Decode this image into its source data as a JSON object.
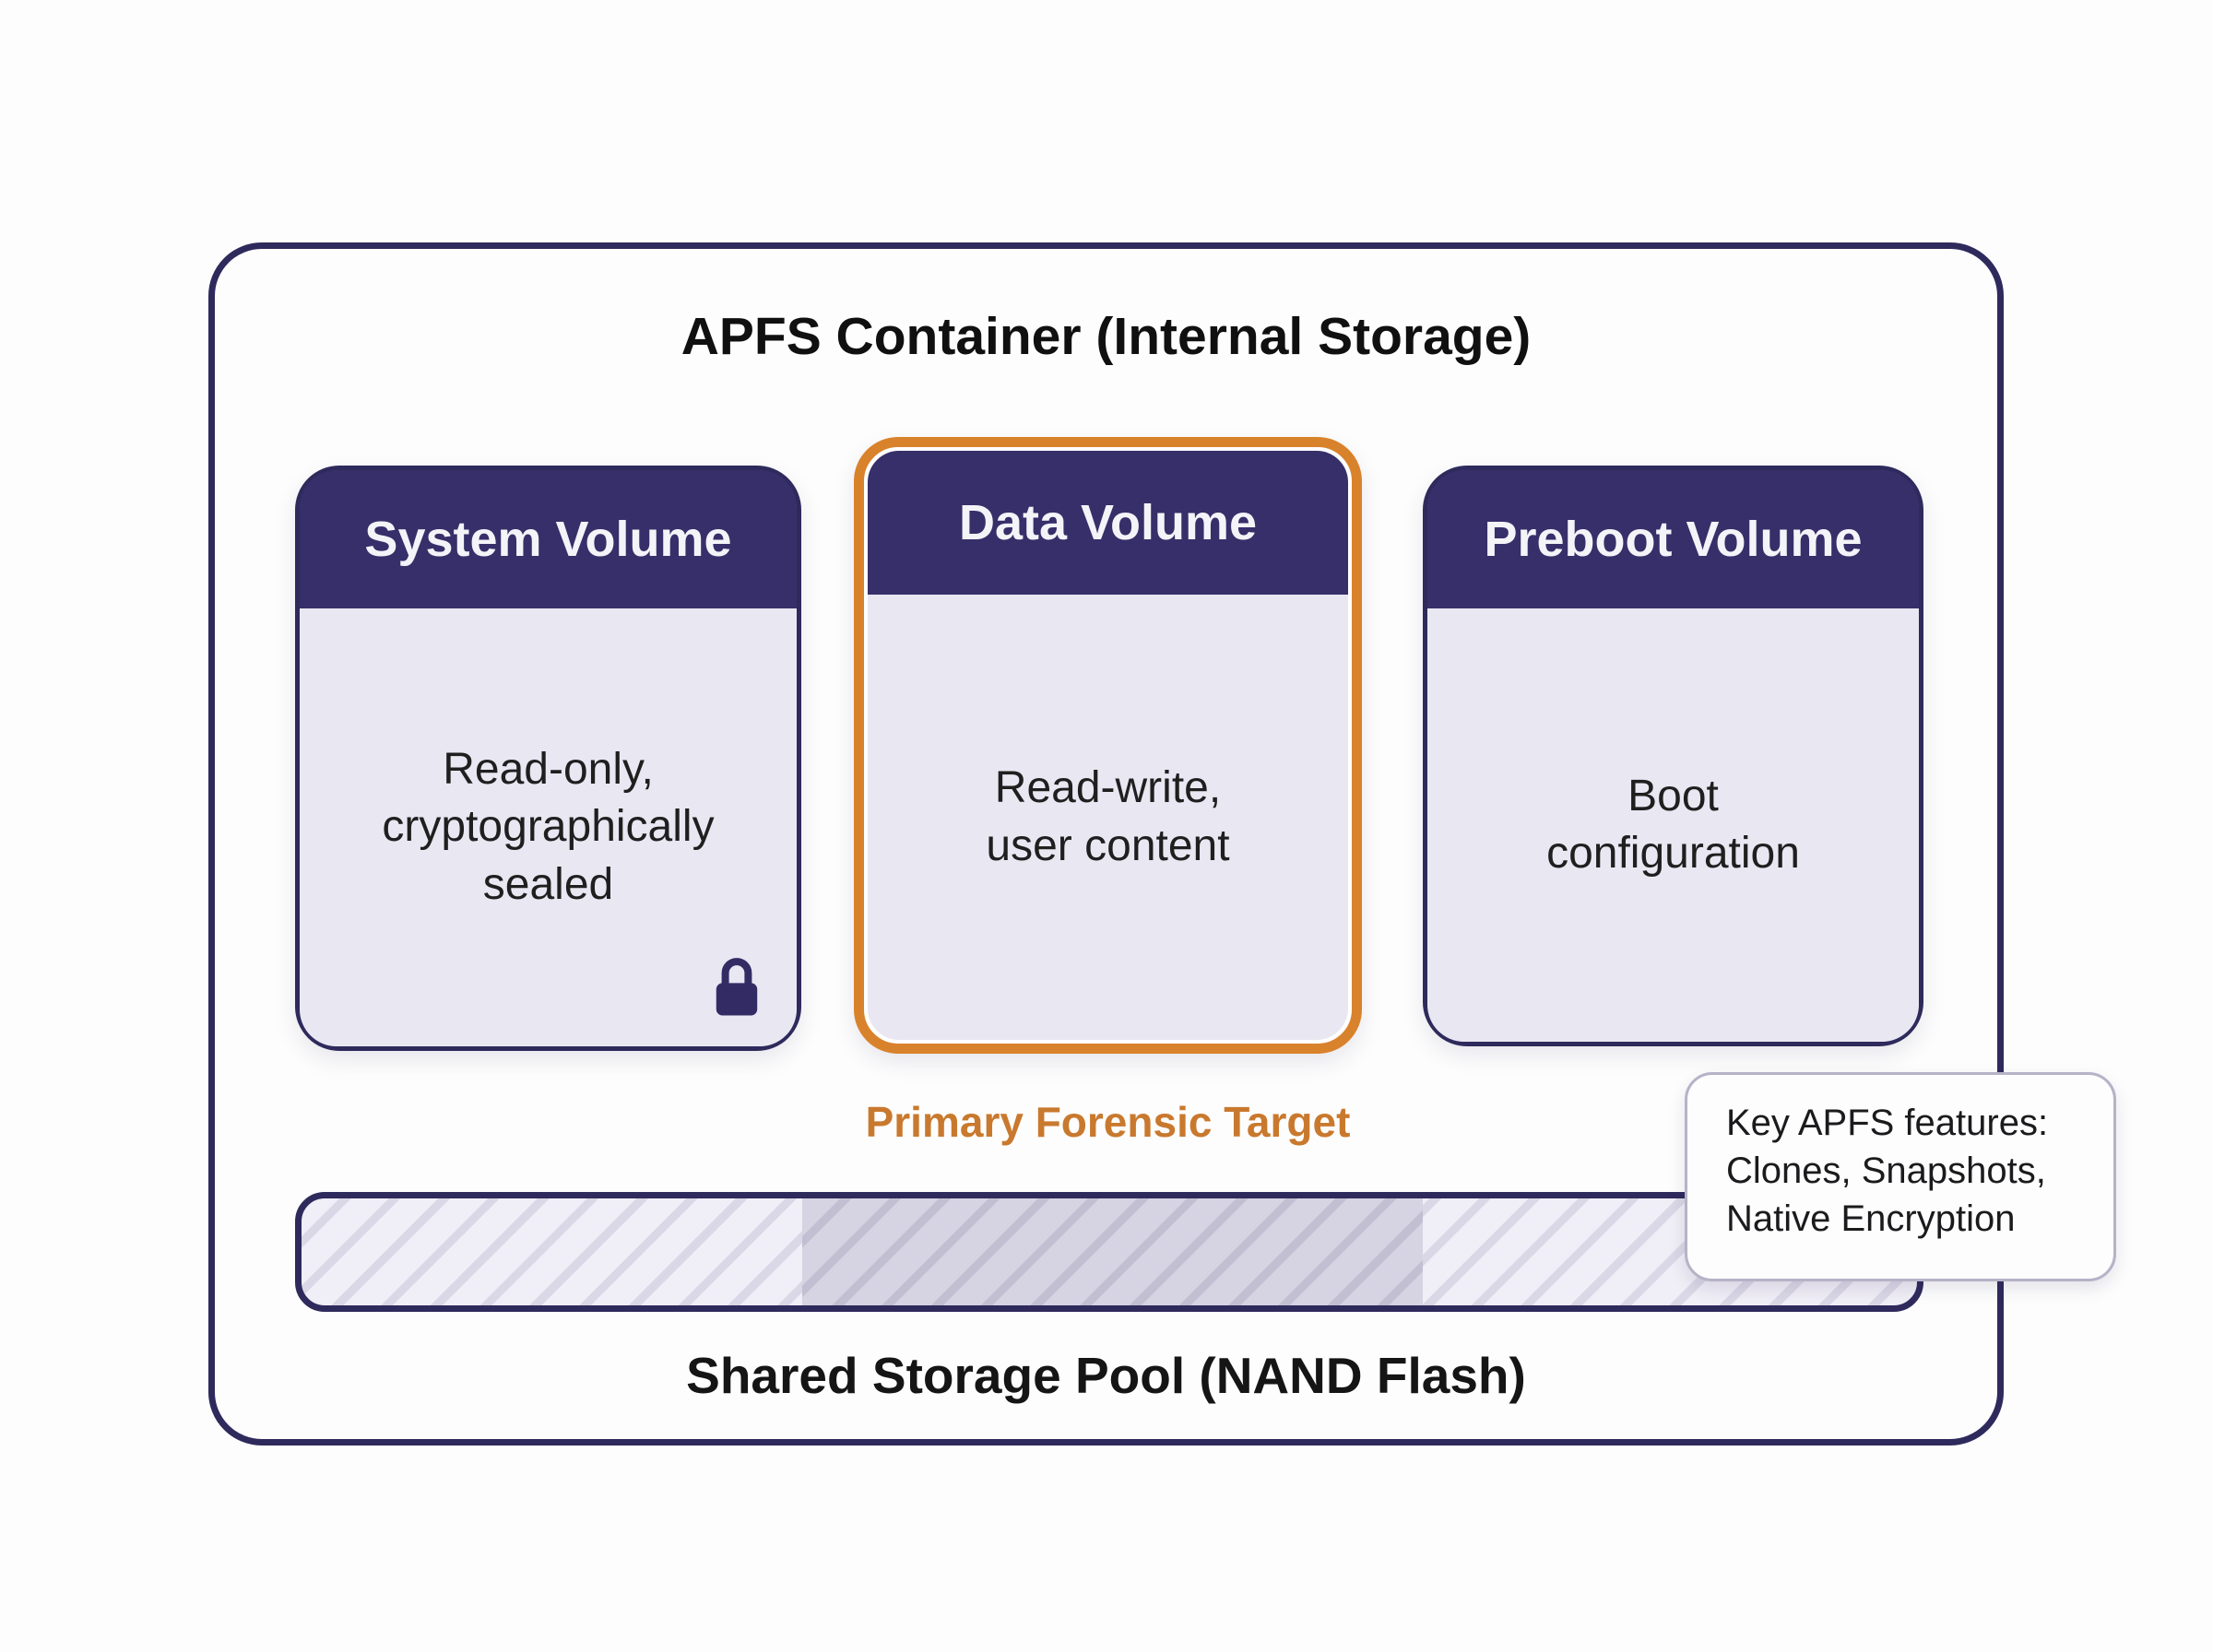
{
  "diagram": {
    "title": "APFS Container (Internal Storage)",
    "volumes": [
      {
        "title": "System Volume",
        "desc": [
          "Read-only,",
          "cryptographically",
          "sealed"
        ],
        "locked": true,
        "highlighted": false
      },
      {
        "title": "Data Volume",
        "desc": [
          "Read-write,",
          "user content"
        ],
        "locked": false,
        "highlighted": true
      },
      {
        "title": "Preboot Volume",
        "desc": [
          "Boot",
          "configuration"
        ],
        "locked": false,
        "highlighted": false
      }
    ],
    "highlight_caption": "Primary Forensic Target",
    "storage_pool": {
      "label": "Shared Storage Pool (NAND Flash)"
    },
    "callout": {
      "lines": [
        "Key APFS features:",
        "Clones, Snapshots,",
        "Native Encryption"
      ]
    },
    "icons": {
      "system_volume": "lock-icon"
    },
    "colors": {
      "header_bg": "#362f69",
      "card_body_bg": "#e9e7f2",
      "accent_orange": "#d9822c",
      "caption_orange": "#c9792e",
      "outline": "#2e2a5c",
      "pool_light_bg": "#f0eef6",
      "pool_light_stripe": "#dad7e6",
      "pool_dark_bg": "#d6d3e2",
      "pool_dark_stripe": "#c2bfd2",
      "callout_border": "#b6b2c7",
      "text_dark": "#1f1f1f"
    }
  }
}
